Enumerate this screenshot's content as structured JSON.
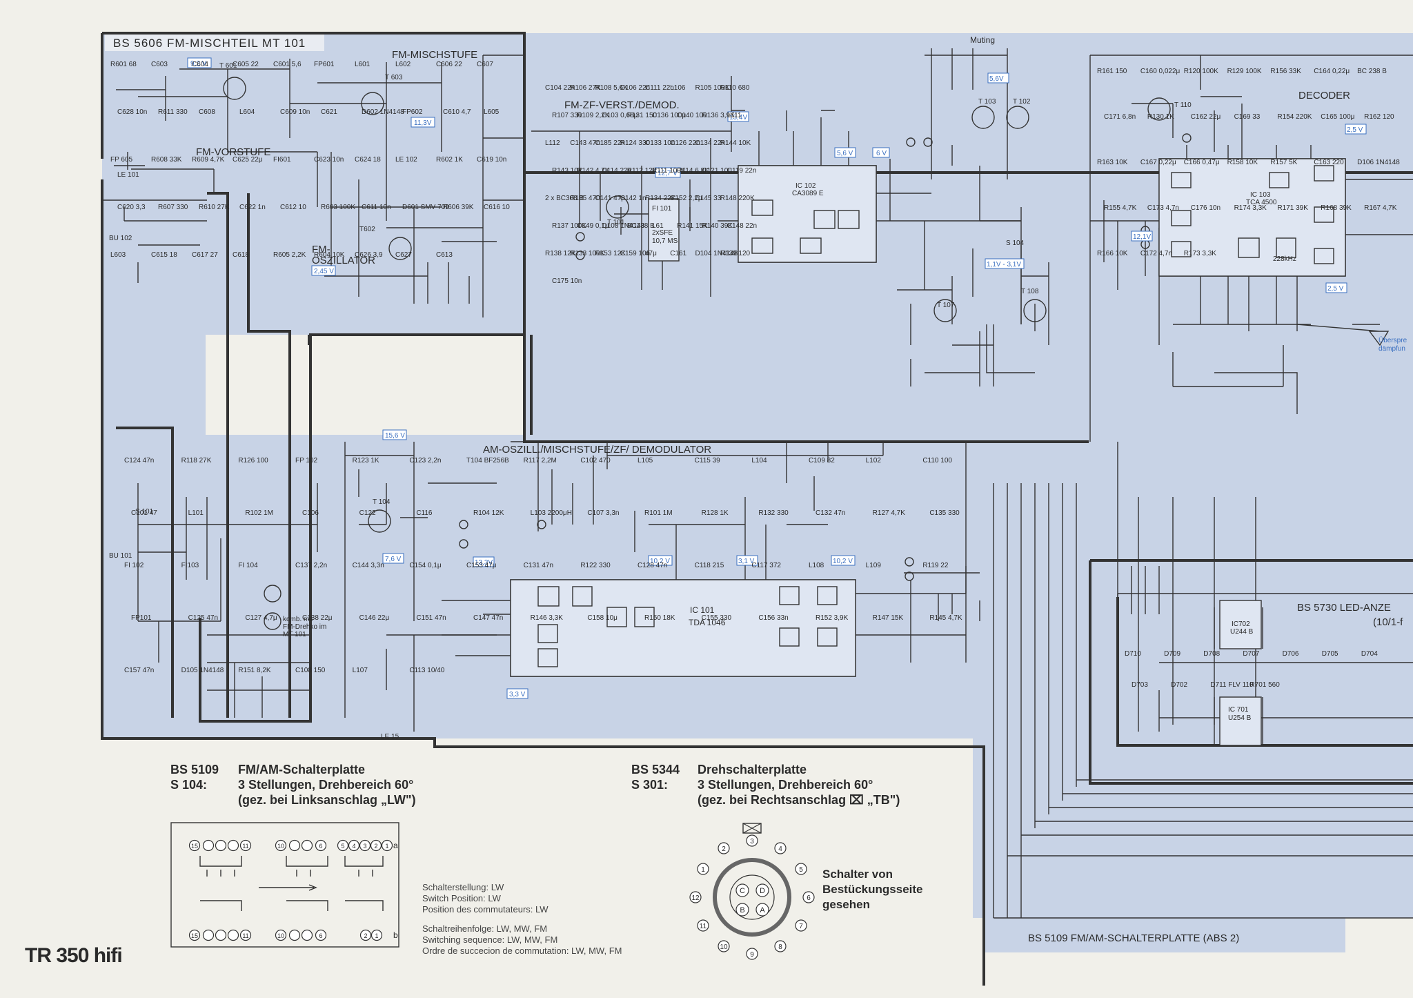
{
  "blocks": {
    "fm_mixer": "BS 5606  FM-MISCHTEIL  MT 101",
    "fm_mix_stage": "FM-MISCHSTUFE",
    "fm_pre_stage": "FM-VORSTUFE",
    "fm_osc_1": "FM-",
    "fm_osc_2": "OSZILLATOR",
    "fm_if": "FM-ZF-VERST./DEMOD.",
    "decoder": "DECODER",
    "am_stage": "AM-OSZILL./MISCHSTUFE/ZF/ DEMODULATOR",
    "led_display": "BS 5730  LED-ANZE",
    "led_display_sub": "(10/1-f",
    "switch_board": "BS 5109  FM/AM-SCHALTERPLATTE  (ABS 2)",
    "muting": "Muting",
    "crosstalk_1": "Überspre",
    "crosstalk_2": "dämpfun"
  },
  "ic_labels": {
    "ic102_a": "IC 102",
    "ic102_b": "CA3089 E",
    "ic103_a": "IC 103",
    "ic103_b": "TCA 4500",
    "ic101_a": "IC 101",
    "ic101_b": "TDA 1046",
    "ic702_a": "IC702",
    "ic702_b": "U244 B",
    "ic701_a": "IC 701",
    "ic701_b": "U254 B",
    "fi101_a": "FI 101",
    "fi101_b": "2xSFE",
    "fi101_c": "10,7 MS",
    "t601": "T 601",
    "t603": "T 603",
    "t602": "T602",
    "t101": "T 101",
    "t104": "T 104",
    "t110": "T 110",
    "t103": "T 103",
    "t102": "T 102",
    "t107": "T 107",
    "t108": "T 108",
    "s104": "S 104",
    "s101": "S 101",
    "bu102": "BU 102",
    "bu101": "BU 101",
    "le101": "LE 101",
    "le15": "LE 15",
    "fm_drehko_1": "komb. mit",
    "fm_drehko_2": "FM-Drehko im",
    "fm_drehko_3": "MT 101",
    "f_228": "228kHz"
  },
  "voltages": [
    "9,2 V",
    "11,3V",
    "2,45 V",
    "12,7 V",
    "13,4V",
    "5,6 V",
    "6 V",
    "5,6V",
    "1,1V - 3,1V",
    "12,1V",
    "2,5 V",
    "2,5 V",
    "15,6 V",
    "7,6 V",
    "13,3V",
    "10,2 V",
    "3,1 V",
    "10,2 V",
    "3,3 V"
  ],
  "components": {
    "fm_front": [
      "R601 68",
      "C603",
      "C604",
      "C605 22",
      "C601 5,6",
      "FP601",
      "L601",
      "L602",
      "C606 22",
      "C607",
      "C628 10n",
      "R611 330",
      "C608",
      "L604",
      "C609 10n",
      "C621",
      "D602 1N4148",
      "FP602",
      "C610 4,7",
      "L605",
      "FP 605",
      "R608 33K",
      "R609 4,7K",
      "C625 22μ",
      "FI601",
      "C623 10n",
      "C624 18",
      "LE 102",
      "R602 1K",
      "C619 10n",
      "C620 3,3",
      "R607 330",
      "R610 27K",
      "C622 1n",
      "C612 10",
      "R603 100K",
      "C611 10n",
      "D601 SMV 709",
      "R606 39K",
      "C616 10",
      "L603",
      "C615 18",
      "C617 27",
      "C618",
      "R605 2,2K",
      "R604 10K",
      "C626 3,9",
      "C627",
      "C613"
    ],
    "fm_if": [
      "C104 22n",
      "R106 27K",
      "R108 5,6K",
      "C106 22n",
      "C111 22n",
      "L106",
      "R105 100K",
      "R110 680",
      "R107 330",
      "R109 2,2K",
      "C103 0,68μ",
      "R131 150",
      "C136 100μ",
      "C140 100",
      "R136 3,9K",
      "L111",
      "L112",
      "C143 47n",
      "C185 22n",
      "R124 330",
      "C133 10n",
      "C126 22n",
      "C134 22n",
      "R144 10K",
      "R143 10K",
      "R142 4,7K",
      "C114 22n",
      "R112 12K",
      "R111 100K",
      "R114 6,8K",
      "C121 10μ",
      "C119 22n",
      "2 x BC308 B",
      "R135 470",
      "C141 47μ",
      "C142 1n",
      "R134 22K",
      "C152 2,2μ",
      "C145 33",
      "R148 220K",
      "R137 100K",
      "C149 0,1μ",
      "D108 1N4148",
      "BC238 B",
      "L61",
      "R141 15K",
      "R140 39K",
      "C148 22n",
      "R138 12K",
      "R133 100K",
      "R153 12K",
      "C159 10n",
      "47μ",
      "C161",
      "D104 1N4148",
      "R139 120",
      "C175 10n"
    ],
    "decoder": [
      "R161 150",
      "C160 0,022μ",
      "R120 100K",
      "R129 100K",
      "R156 33K",
      "C164 0,22μ",
      "BC 238 B",
      "C171 6,8n",
      "R130 1K",
      "C162 22μ",
      "C169 33",
      "R154 220K",
      "C165 100μ",
      "R162 120",
      "R163 10K",
      "C167 0,22μ",
      "C166 0,47μ",
      "R158 10K",
      "R157 5K",
      "C163 220",
      "D106 1N4148",
      "R155 4,7K",
      "C173 4,7n",
      "C176 10n",
      "R174 3,3K",
      "R171 39K",
      "R168 39K",
      "R167 4,7K",
      "R166 10K",
      "C172 4,7n",
      "R173 3,3K"
    ],
    "am_section": [
      "C124 47n",
      "R118 27K",
      "R126 100",
      "FP 102",
      "R123 1K",
      "C123 2,2n",
      "T104 BF256B",
      "R117 2,2M",
      "C102 470",
      "L105",
      "C115 39",
      "L104",
      "C109 82",
      "L102",
      "C110 100",
      "C101 47",
      "L101",
      "R102 1M",
      "C106",
      "C122",
      "C116",
      "R104 12K",
      "L103 2200μH",
      "C107 3,3n",
      "R101 1M",
      "R128 1K",
      "R132 330",
      "C132 47n",
      "R127 4,7K",
      "C135 330",
      "FI 102",
      "FI103",
      "FI 104",
      "C137 2,2n",
      "C144 3,3n",
      "C154 0,1μ",
      "C153 47μ",
      "C131 47n",
      "R122 330",
      "C128 47n",
      "C118 215",
      "C117 372",
      "L108",
      "L109",
      "R119 22",
      "FP101",
      "C125 47n",
      "C127 4,7μ",
      "C138 22μ",
      "C146 22μ",
      "C151 47n",
      "C147 47n",
      "R146 3,3K",
      "C158 10μ",
      "R150 18K",
      "C155 330",
      "C156 33n",
      "R152 3,9K",
      "R147 15K",
      "R145 4,7K",
      "C157 47n",
      "D105 1N4148",
      "R151 8,2K",
      "C108 150",
      "L107",
      "C113 10/40"
    ],
    "led": [
      "D710",
      "D709",
      "D708",
      "D707",
      "D706",
      "D705",
      "D704",
      "D703",
      "D702",
      "D711 FLV 110",
      "R701 560"
    ]
  },
  "bottom": {
    "left_h1": "BS 5109",
    "left_h1b": "FM/AM-Schalterplatte",
    "left_h2": "S 104:",
    "left_h2b": "3 Stellungen, Drehbereich 60°",
    "left_h3": "(gez. bei Linksanschlag „LW\")",
    "right_h1": "BS 5344",
    "right_h1b": "Drehschalterplatte",
    "right_h2": "S 301:",
    "right_h2b": "3 Stellungen, Drehbereich 60°",
    "right_h3": "(gez. bei Rechtsanschlag ⌧ „TB\")",
    "switch_note_1": "Schalterstellung: LW",
    "switch_note_2": "Switch Position: LW",
    "switch_note_3": "Position des commutateurs: LW",
    "switch_note_4": "Schaltreihenfolge: LW, MW, FM",
    "switch_note_5": "Switching sequence: LW, MW, FM",
    "switch_note_6": "Ordre de succecion de commutation: LW, MW, FM",
    "rotary_caption_1": "Schalter von",
    "rotary_caption_2": "Bestückungsseite",
    "rotary_caption_3": "gesehen",
    "model": "TR 350 hifi"
  },
  "contacts_a": [
    "15",
    "11",
    "10",
    "6",
    "5",
    "4",
    "3",
    "2",
    "1"
  ],
  "rotary_numbers": [
    "1",
    "2",
    "3",
    "4",
    "5",
    "6",
    "7",
    "8",
    "9",
    "10",
    "11",
    "12"
  ],
  "rotary_letters": [
    "A",
    "B",
    "C",
    "D"
  ],
  "colors": {
    "background": "#f1f0ea",
    "board_fill": "#c8d3e6",
    "lines": "#333333",
    "voltage_box": "#3a6fc0"
  }
}
